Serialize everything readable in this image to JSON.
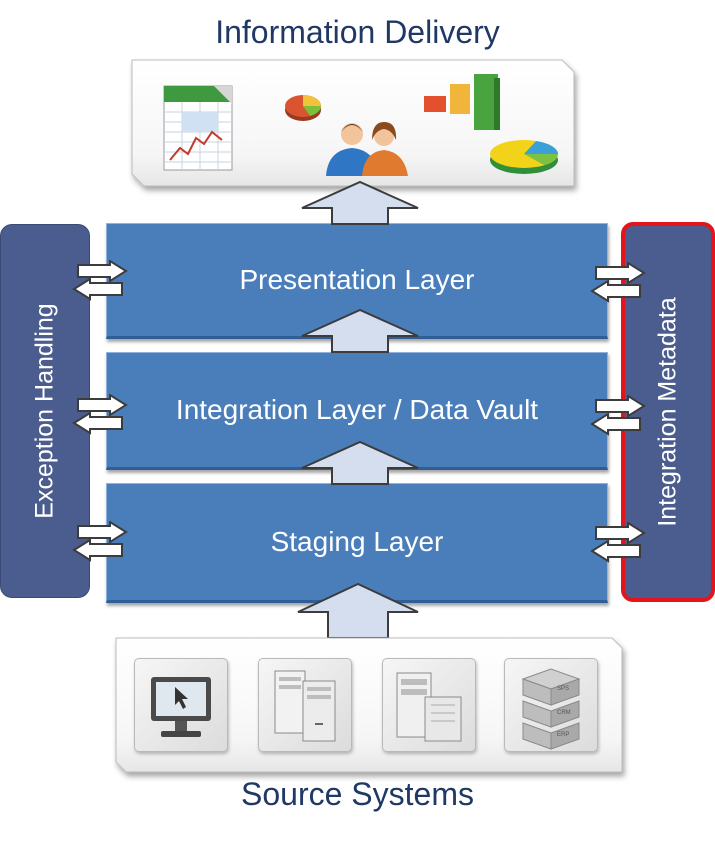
{
  "title_top": "Information Delivery",
  "title_bottom": "Source Systems",
  "layers": {
    "presentation": "Presentation Layer",
    "integration": "Integration Layer / Data Vault",
    "staging": "Staging Layer"
  },
  "side": {
    "left": "Exception Handling",
    "right": "Integration Metadata"
  },
  "db_stack_labels": [
    "SPS",
    "CRM",
    "ERP"
  ],
  "colors": {
    "layer_fill": "#4a7ebb",
    "side_fill": "#4a5d8e",
    "title": "#1f3864",
    "highlight_border": "#e3151a",
    "arrow_fill": "#d4deef"
  }
}
